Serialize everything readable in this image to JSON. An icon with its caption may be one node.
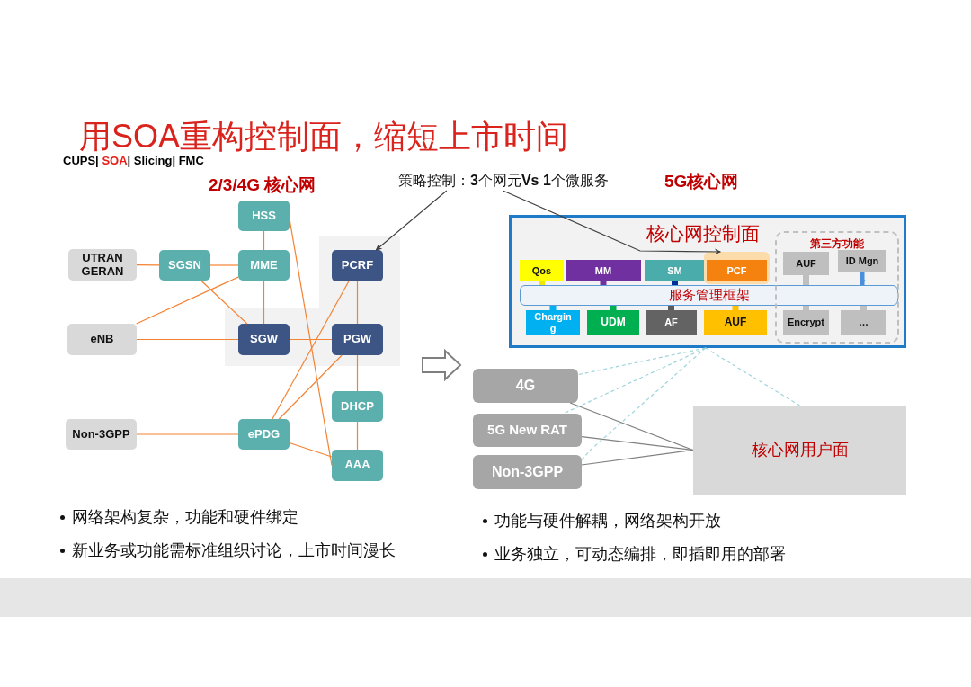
{
  "diagram": {
    "title": "用SOA重构控制面，缩短上市时间",
    "nodes": [
      {
        "text": [
          "HSS"
        ]
      },
      {
        "text": [
          "UTRAN GERAN"
        ]
      },
      {
        "text": [
          "SGSN"
        ]
      },
      {
        "text": [
          "MME"
        ]
      },
      {
        "text": [
          "PCRF"
        ]
      },
      {
        "text": [
          "eNB"
        ]
      },
      {
        "text": [
          "SGW"
        ]
      },
      {
        "text": [
          "PGW"
        ]
      },
      {
        "text": [
          "DHCP"
        ]
      },
      {
        "text": [
          "Non-3GPP"
        ]
      },
      {
        "text": [
          "ePDG"
        ]
      },
      {
        "text": [
          "AAA"
        ]
      },
      {
        "text": [
          "策略控制：**3**个网元**Vs 1**个微服务"
        ]
      },
      {
        "text": [
          "核心网控制面"
        ]
      },
      {
        "text": [
          "Qos"
        ],
        "in": 13
      },
      {
        "text": [
          "MM"
        ],
        "in": 13
      },
      {
        "text": [
          "SM"
        ],
        "in": 13
      },
      {
        "text": [
          "PCF"
        ],
        "in": 13
      },
      {
        "text": [
          "服务管理框架"
        ],
        "in": 13
      },
      {
        "text": [
          "Chargin g"
        ],
        "in": 13
      },
      {
        "text": [
          "UDM"
        ],
        "in": 13
      },
      {
        "text": [
          "AF"
        ],
        "in": 13
      },
      {
        "text": [
          "AUF"
        ],
        "in": 13
      },
      {
        "text": [
          "第三方功能"
        ],
        "in": 13
      },
      {
        "text": [
          "AUF"
        ],
        "in": 23
      },
      {
        "text": [
          "ID Mgn"
        ],
        "in": 23
      },
      {
        "text": [
          "Encrypt"
        ],
        "in": 23
      },
      {
        "text": [
          "…"
        ],
        "in": 23
      },
      {
        "text": [
          "4G"
        ]
      },
      {
        "text": [
          "5G New RAT"
        ]
      },
      {
        "text": [
          "Non-3GPP"
        ]
      },
      {
        "text": [
          "核心网用户面"
        ]
      }
    ],
    "edges": [
      {
        "from": 1,
        "to": 2,
        "arrow": "none"
      },
      {
        "from": 2,
        "to": 3,
        "arrow": "none"
      },
      {
        "from": 0,
        "to": 3,
        "arrow": "none"
      },
      {
        "from": 3,
        "to": 6,
        "arrow": "none"
      },
      {
        "from": 2,
        "to": 6,
        "arrow": "none"
      },
      {
        "from": 3,
        "to": 5,
        "arrow": "none"
      },
      {
        "from": 5,
        "to": 6,
        "arrow": "none"
      },
      {
        "from": 6,
        "to": 7,
        "arrow": "none"
      },
      {
        "from": 4,
        "to": 7,
        "arrow": "none"
      },
      {
        "from": 4,
        "to": 10,
        "arrow": "none"
      },
      {
        "from": 7,
        "to": 10,
        "arrow": "none"
      },
      {
        "from": 0,
        "to": 11,
        "arrow": "none"
      },
      {
        "from": 7,
        "to": 8,
        "arrow": "none"
      },
      {
        "from": 8,
        "to": 11,
        "arrow": "none"
      },
      {
        "from": 9,
        "to": 10,
        "arrow": "none"
      },
      {
        "from": 10,
        "to": 11,
        "arrow": "none"
      },
      {
        "from": 12,
        "to": 4,
        "arrow": "to",
        "color": "#404040"
      },
      {
        "from": 12,
        "to": 17,
        "arrow": "to",
        "color": "#404040"
      },
      {
        "from": 14,
        "to": 18,
        "arrow": "none",
        "style": "thick",
        "color": "#f2e600"
      },
      {
        "from": 15,
        "to": 18,
        "arrow": "none",
        "style": "thick",
        "color": "#7030a0"
      },
      {
        "from": 16,
        "to": 18,
        "arrow": "none",
        "style": "thick",
        "color": "#002f9c"
      },
      {
        "from": 19,
        "to": 18,
        "arrow": "none",
        "style": "thick",
        "color": "#00b0f0"
      },
      {
        "from": 20,
        "to": 18,
        "arrow": "none",
        "style": "thick",
        "color": "#00b050"
      },
      {
        "from": 21,
        "to": 18,
        "arrow": "none",
        "style": "thick",
        "color": "#595959"
      },
      {
        "from": 22,
        "to": 18,
        "arrow": "none",
        "style": "thick",
        "color": "#ffc000"
      },
      {
        "from": 24,
        "to": 18,
        "arrow": "none",
        "style": "thick",
        "color": "#bfbfbf"
      },
      {
        "from": 26,
        "to": 18,
        "arrow": "none",
        "style": "thick",
        "color": "#bfbfbf"
      },
      {
        "from": 25,
        "to": 18,
        "arrow": "to",
        "style": "thick",
        "color": "#4a8fdc"
      },
      {
        "from": 27,
        "to": 18,
        "arrow": "none",
        "style": "thick",
        "color": "#bfbfbf"
      },
      {
        "from": 28,
        "to": 31,
        "arrow": "none",
        "color": "#808080"
      },
      {
        "from": 29,
        "to": 31,
        "arrow": "none",
        "color": "#808080"
      },
      {
        "from": 30,
        "to": 31,
        "arrow": "none",
        "color": "#808080"
      },
      {
        "from": 13,
        "to": 28,
        "arrow": "none",
        "style": "dashed",
        "color": "#9fd4dc"
      },
      {
        "from": 13,
        "to": 29,
        "arrow": "none",
        "style": "dashed",
        "color": "#9fd4dc"
      },
      {
        "from": 13,
        "to": 30,
        "arrow": "none",
        "style": "dashed",
        "color": "#9fd4dc"
      },
      {
        "from": 13,
        "to": 31,
        "arrow": "none",
        "style": "dashed",
        "color": "#9fd4dc"
      }
    ],
    "labels": [
      "CUPS| **SOA**| Slicing| FMC",
      "2/3/4G 核心网",
      "5G核心网",
      "网络架构复杂，功能和硬件绑定",
      "新业务或功能需标准组织讨论，上市时间漫长",
      "功能与硬件解耦，网络架构开放",
      "业务独立，可动态编排，即插即用的部署"
    ]
  }
}
